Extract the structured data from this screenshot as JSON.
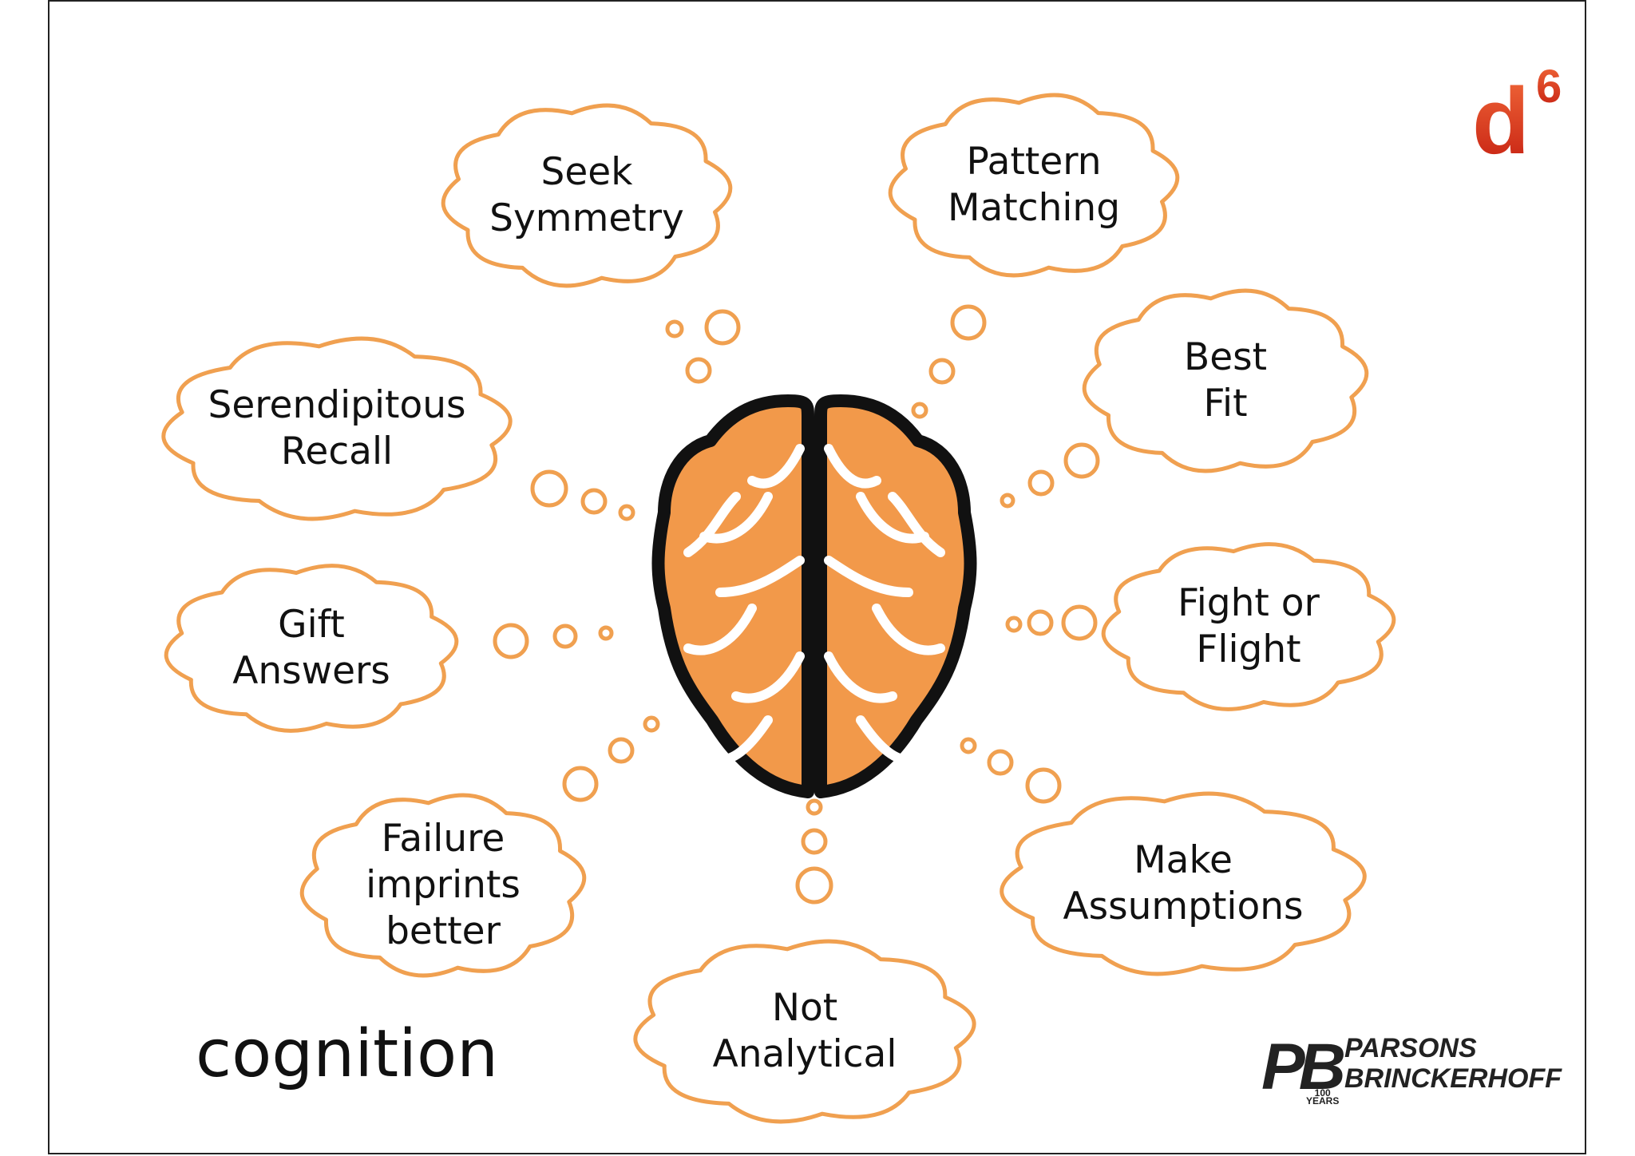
{
  "caption": "cognition",
  "brand_mark": {
    "base": "d",
    "superscript": "6",
    "color": "#d9341c"
  },
  "center": {
    "name": "brain-icon",
    "fill": "#f2994a",
    "outline": "#111111",
    "vein": "#ffffff"
  },
  "thoughts": [
    {
      "id": "seek-symmetry",
      "lines": [
        "Seek",
        "Symmetry"
      ]
    },
    {
      "id": "pattern-matching",
      "lines": [
        "Pattern",
        "Matching"
      ]
    },
    {
      "id": "serendipitous-recall",
      "lines": [
        "Serendipitous",
        "Recall"
      ]
    },
    {
      "id": "best-fit",
      "lines": [
        "Best",
        "Fit"
      ]
    },
    {
      "id": "gift-answers",
      "lines": [
        "Gift",
        "Answers"
      ]
    },
    {
      "id": "fight-or-flight",
      "lines": [
        "Fight or",
        "Flight"
      ]
    },
    {
      "id": "failure-imprints-better",
      "lines": [
        "Failure",
        "imprints",
        "better"
      ]
    },
    {
      "id": "make-assumptions",
      "lines": [
        "Make",
        "Assumptions"
      ]
    },
    {
      "id": "not-analytical",
      "lines": [
        "Not",
        "Analytical"
      ]
    }
  ],
  "cloud_color": "#f0a050",
  "company_logo": {
    "mark": "PB",
    "name_lines": [
      "PARSONS",
      "BRINCKERHOFF"
    ],
    "badge_lines": [
      "100",
      "YEARS"
    ]
  }
}
